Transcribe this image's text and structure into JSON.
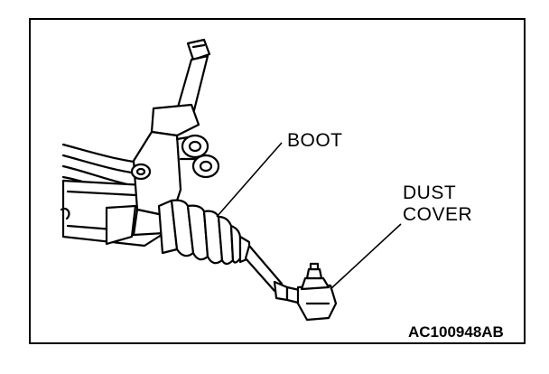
{
  "labels": {
    "boot": "BOOT",
    "dust_cover_line1": "DUST",
    "dust_cover_line2": "COVER"
  },
  "figure_code": "AC100948AB",
  "colors": {
    "ink": "#000000",
    "paper": "#ffffff"
  }
}
